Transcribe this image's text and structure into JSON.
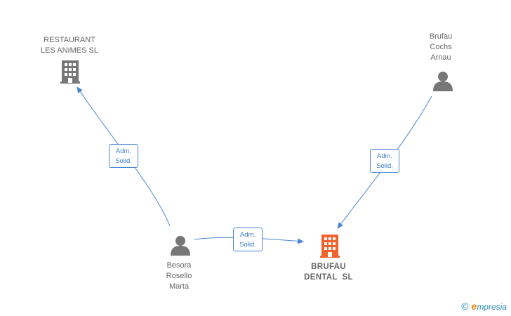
{
  "nodes": {
    "restaurant": {
      "line1": "RESTAURANT",
      "line2": "LES ANIMES SL"
    },
    "brufau_person": {
      "line1": "Brufau",
      "line2": "Cochs",
      "line3": "Arnau"
    },
    "besora": {
      "line1": "Besora",
      "line2": "Rosello",
      "line3": "Marta"
    },
    "brufau_dental": {
      "line1": "BRUFAU",
      "line2": "DENTAL  SL"
    }
  },
  "edges": [
    {
      "id": "edge-besora-restaurant",
      "line1": "Adm.",
      "line2": "Solid."
    },
    {
      "id": "edge-brufau-dental",
      "line1": "Adm.",
      "line2": "Solid."
    },
    {
      "id": "edge-besora-dental",
      "line1": "Adm.",
      "line2": "Solid."
    }
  ],
  "colors": {
    "edge": "#4a86d4",
    "company": "#777777",
    "highlight_company": "#f0622e",
    "person": "#777777"
  },
  "brand": {
    "copyright": "©",
    "e": "e",
    "rest": "mpresia"
  }
}
